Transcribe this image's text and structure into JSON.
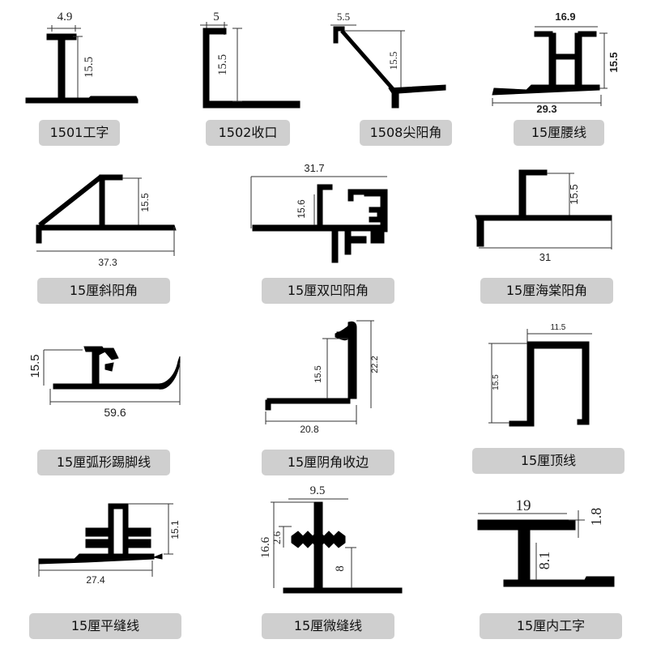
{
  "profiles": [
    {
      "caption": "1501工字",
      "dims": [
        "4.9",
        "15.5"
      ]
    },
    {
      "caption": "1502收口",
      "dims": [
        "5",
        "15.5"
      ]
    },
    {
      "caption": "1508尖阳角",
      "dims": [
        "5.5",
        "15.5"
      ]
    },
    {
      "caption": "15厘腰线",
      "dims": [
        "16.9",
        "15.5",
        "29.3"
      ]
    },
    {
      "caption": "15厘斜阳角",
      "dims": [
        "15.5",
        "37.3"
      ]
    },
    {
      "caption": "15厘双凹阳角",
      "dims": [
        "31.7",
        "15.6"
      ]
    },
    {
      "caption": "15厘海棠阳角",
      "dims": [
        "15.5",
        "31"
      ]
    },
    {
      "caption": "15厘弧形踢脚线",
      "dims": [
        "15.5",
        "59.6"
      ]
    },
    {
      "caption": "15厘阴角收边",
      "dims": [
        "15.5",
        "22.2",
        "20.8"
      ]
    },
    {
      "caption": "15厘顶线",
      "dims": [
        "11.5",
        "15.5"
      ]
    },
    {
      "caption": "15厘平缝线",
      "dims": [
        "15.1",
        "27.4"
      ]
    },
    {
      "caption": "15厘微缝线",
      "dims": [
        "9.5",
        "16.6",
        "2.6",
        "8"
      ]
    },
    {
      "caption": "15厘内工字",
      "dims": [
        "19",
        "1.8",
        "8.1"
      ]
    }
  ]
}
